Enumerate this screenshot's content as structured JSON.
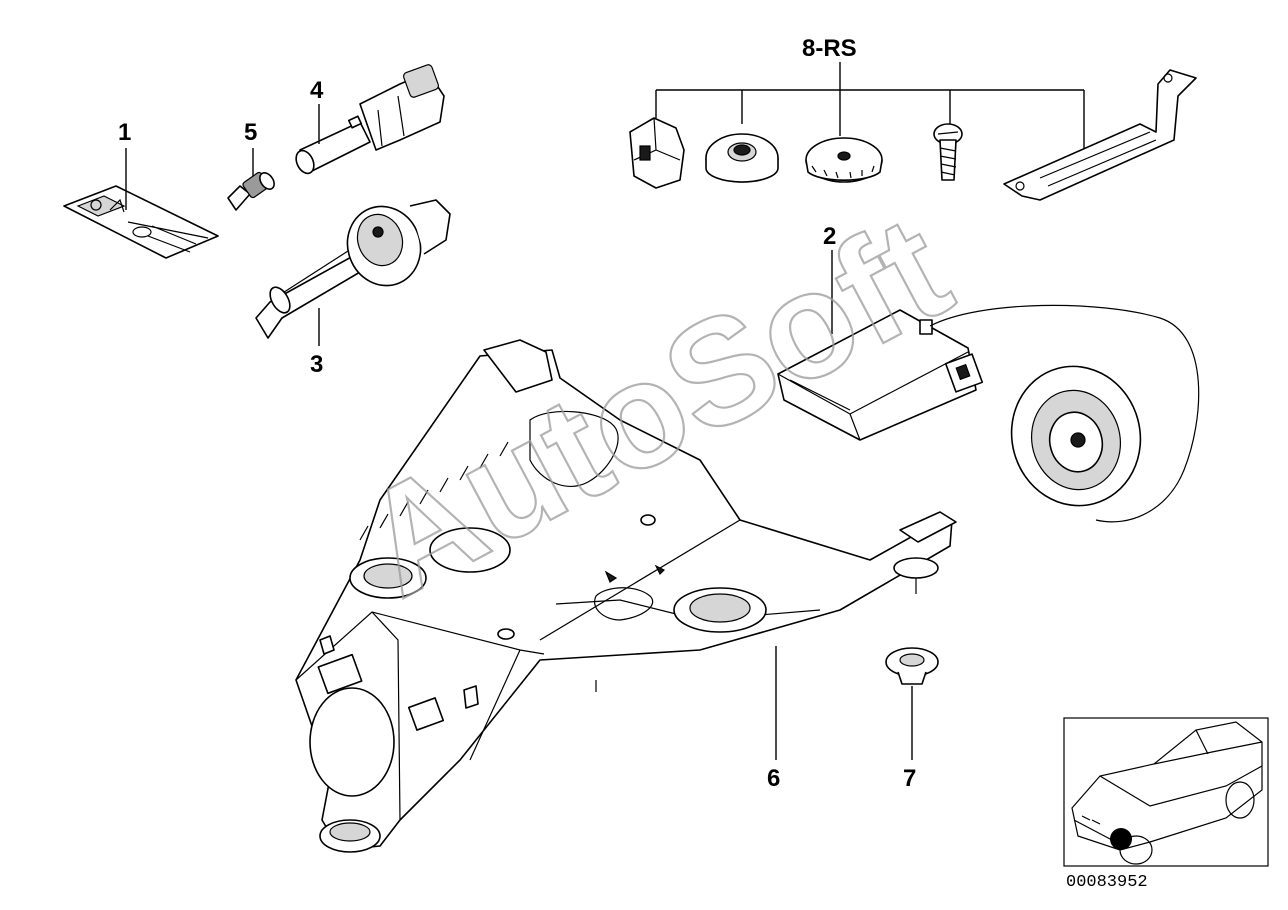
{
  "callouts": {
    "c1": "1",
    "c2": "2",
    "c3": "3",
    "c4": "4",
    "c5": "5",
    "c6": "6",
    "c7": "7",
    "c8": "8-RS"
  },
  "watermark": "AutoSoft",
  "document_number": "00083952",
  "colors": {
    "line": "#000000",
    "background": "#ffffff",
    "watermark": "#9a9a9a",
    "location_marker": "#000000"
  }
}
